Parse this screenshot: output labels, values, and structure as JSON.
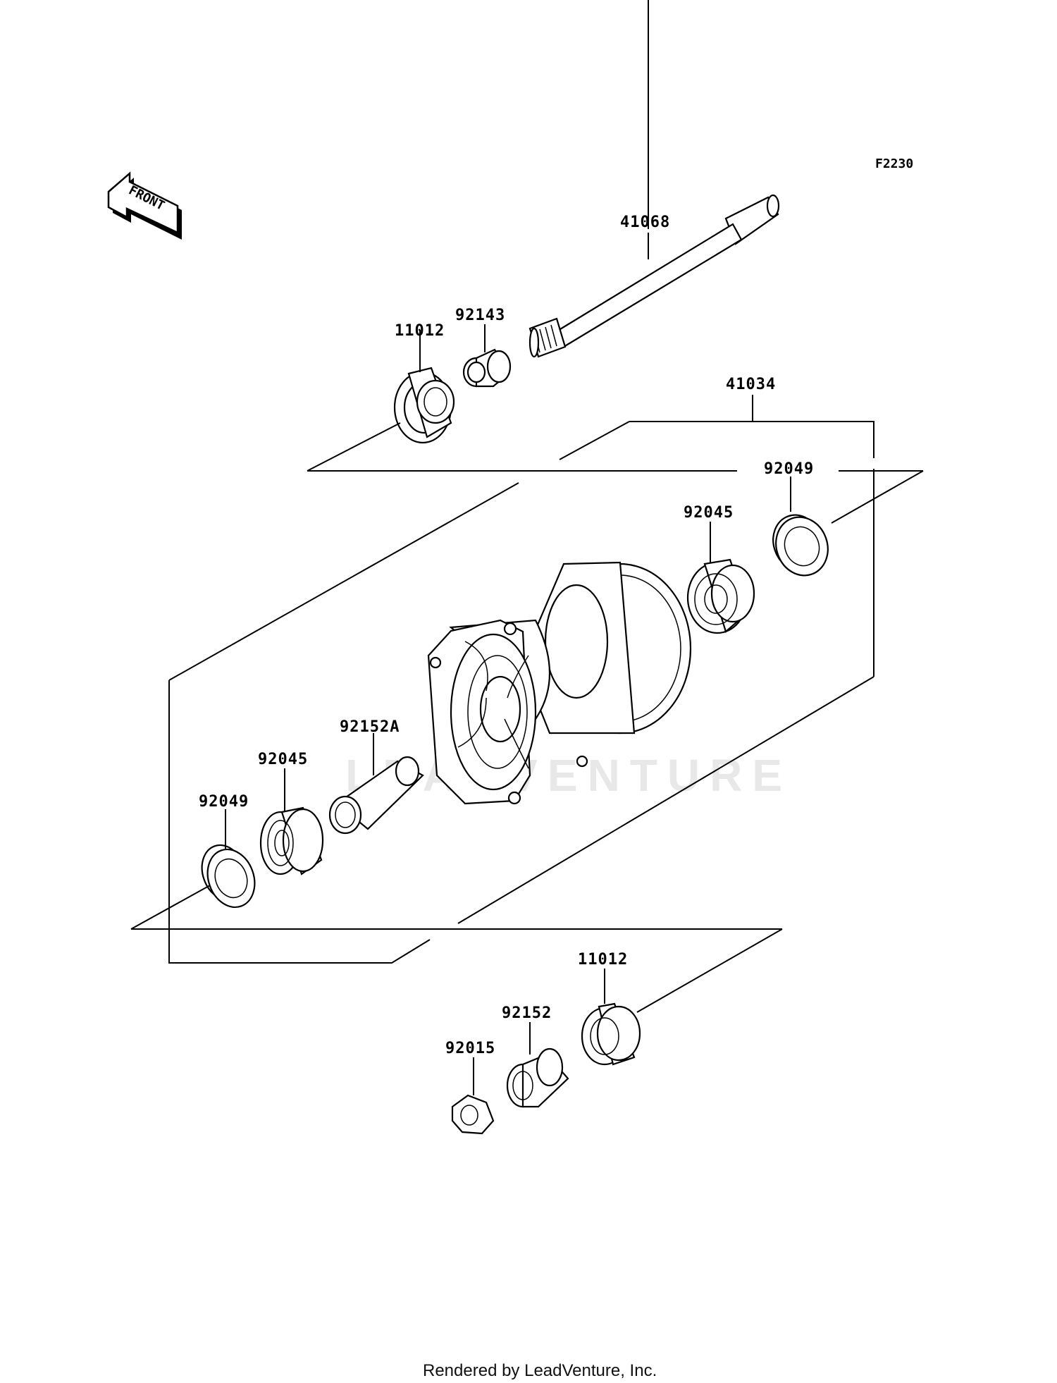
{
  "figure_code": "F2230",
  "front_label": "FRONT",
  "watermark": "LEADVENTURE",
  "footer": "Rendered by LeadVenture, Inc.",
  "parts": {
    "axle": "41068",
    "collar_top": "92143",
    "seal_top": "11012",
    "hub_assembly": "41034",
    "circlip_right": "92049",
    "bearing_right": "92045",
    "spacer_a": "92152A",
    "bearing_left": "92045",
    "circlip_left": "92049",
    "seal_bottom": "11012",
    "collar_bottom": "92152",
    "nut": "92015"
  }
}
